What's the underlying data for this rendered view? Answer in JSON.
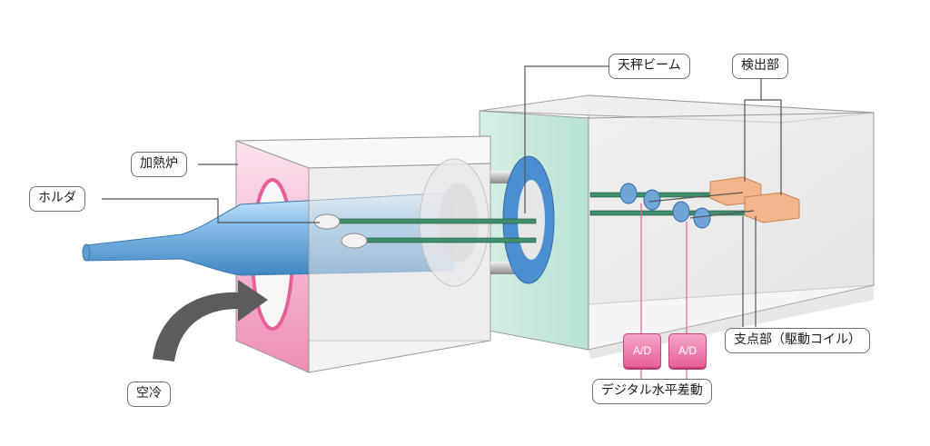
{
  "labels": {
    "balance_beam": "天秤ビーム",
    "detector": "検出部",
    "furnace": "加熱炉",
    "holder": "ホルダ",
    "fulcrum": "支点部（駆動コイル）",
    "air_cooling": "空冷",
    "digital_differential": "デジタル水平差動",
    "ad_left": "A/D",
    "ad_right": "A/D"
  },
  "colors": {
    "pink_accent": "#e7609a",
    "beam_green": "#3f8f6d",
    "tube_blue": "#7fb8e6",
    "coil_orange": "#f3b489",
    "arrow_gray": "#5c5c5c"
  }
}
